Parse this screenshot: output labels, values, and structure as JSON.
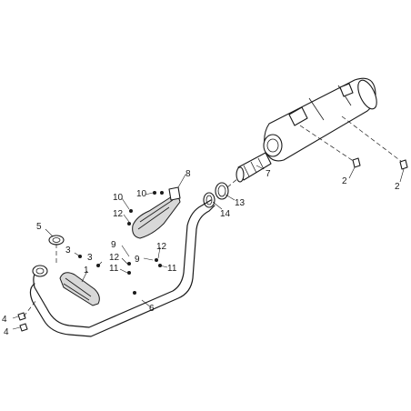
{
  "callouts": {
    "c1": "1",
    "c2a": "2",
    "c2b": "2",
    "c3a": "3",
    "c3b": "3",
    "c4a": "4",
    "c4b": "4",
    "c5": "5",
    "c6": "6",
    "c7": "7",
    "c8": "8",
    "c9a": "9",
    "c9b": "9",
    "c10a": "10",
    "c10b": "10",
    "c11a": "11",
    "c11b": "11",
    "c12a": "12",
    "c12b": "12",
    "c12c": "12",
    "c13": "13",
    "c14": "14"
  }
}
